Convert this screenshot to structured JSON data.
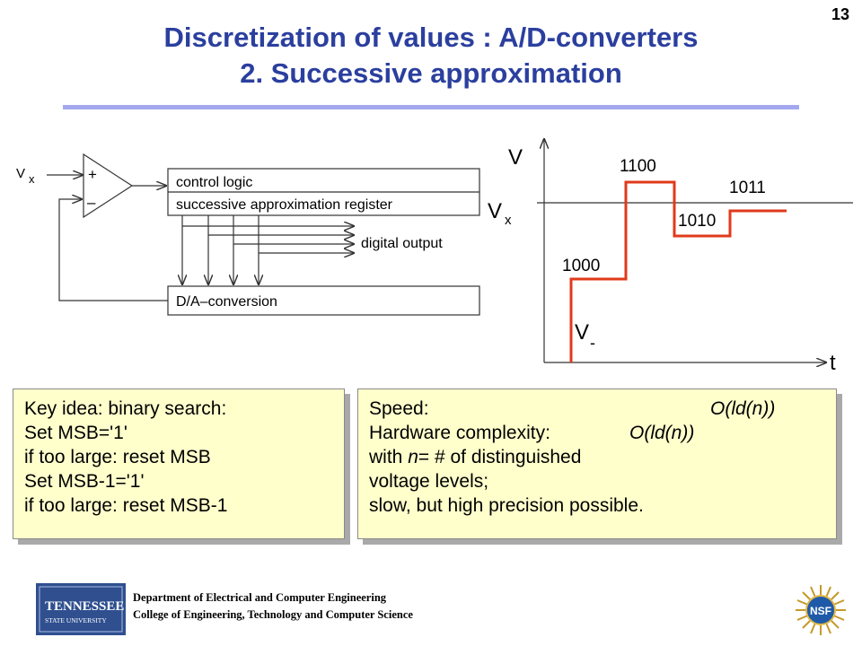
{
  "slide_number": "13",
  "title": {
    "line1": "Discretization of values : A/D-converters",
    "line2": "2. Successive approximation"
  },
  "block_diagram": {
    "input_label": "V",
    "input_subscript": "x",
    "plus": "+",
    "minus": "–",
    "control_logic": "control logic",
    "sar": "successive approximation register",
    "digital_output": "digital output",
    "da_conversion": "D/A–conversion"
  },
  "waveform": {
    "y_axis": "V",
    "x_axis": "t",
    "vx_label": "V",
    "vx_subscript": "x",
    "vminus_label": "V",
    "vminus_subscript": "-",
    "codes": [
      "1000",
      "1100",
      "1010",
      "1011"
    ]
  },
  "key_idea": {
    "lines": [
      "Key idea: binary search:",
      "Set MSB='1'",
      "if too large: reset MSB",
      "Set MSB-1='1'",
      "if too large: reset MSB-1"
    ]
  },
  "speed": {
    "speed_label": "Speed:",
    "speed_value": "O(ld(n))",
    "hw_label": "Hardware complexity:",
    "hw_value": "O(ld(n))",
    "line3_pre": "with ",
    "line3_n": "n",
    "line3_post": "= # of distinguished",
    "line4": "voltage levels;",
    "line5": "slow, but high precision possible."
  },
  "footer": {
    "line1": "Department of Electrical and Computer Engineering",
    "line2": "College of Engineering, Technology and Computer Science",
    "logo_name": "TENNESSEE",
    "logo_sub": "STATE UNIVERSITY",
    "nsf": "NSF"
  },
  "colors": {
    "title": "#2b3f9e",
    "rule": "#a3a8f0",
    "box_fill": "#ffffcc",
    "waveform": "#e03a1a"
  }
}
